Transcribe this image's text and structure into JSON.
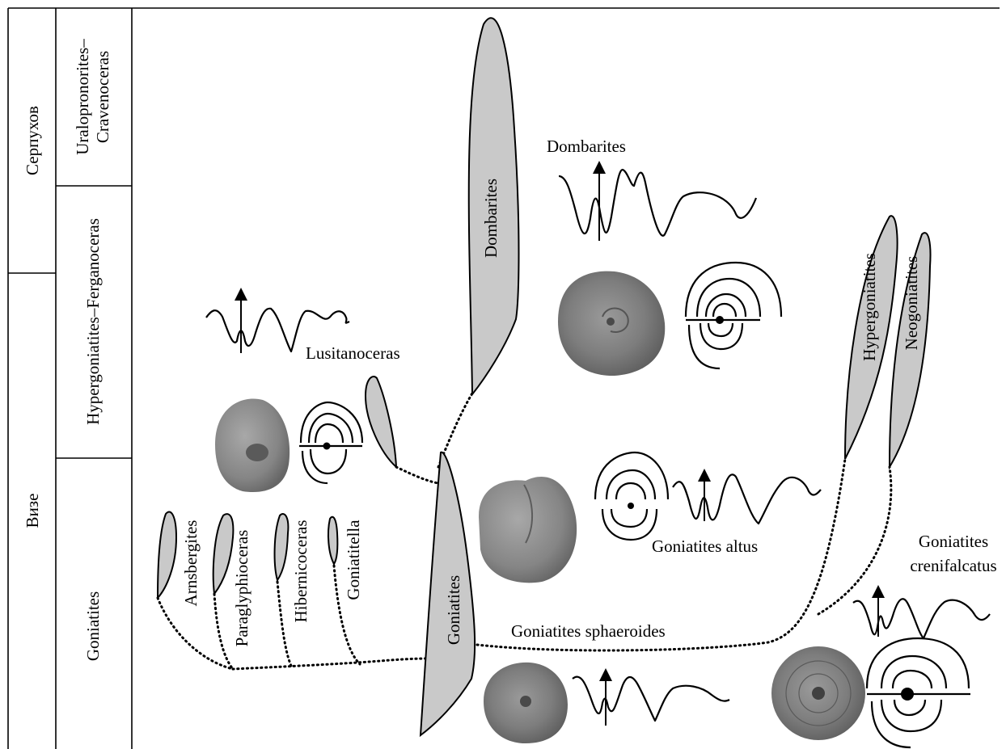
{
  "stages": [
    {
      "label": "Серпухов"
    },
    {
      "label": "Визе"
    }
  ],
  "zones": [
    {
      "label_lines": [
        "Uralopronorites–",
        "Cravenoceras"
      ]
    },
    {
      "label_lines": [
        "Hypergoniatites–Ferganoceras"
      ]
    },
    {
      "label_lines": [
        "Goniatites"
      ]
    }
  ],
  "taxa": {
    "dombarites": "Dombarites",
    "goniatites": "Goniatites",
    "hypergoniatites": "Hypergoniatites",
    "neogoniatites": "Neogoniatites",
    "arnsbergites": "Arnsbergites",
    "paraglyphioceras": "Paraglyphioceras",
    "hibernicoceras": "Hibernicoceras",
    "goniatitella": "Goniatitella"
  },
  "labels": {
    "dombarites": "Dombarites",
    "lusitanoceras": "Lusitanoceras",
    "goniatites_altus": "Goniatites altus",
    "goniatites_sphaeroides": "Goniatites sphaeroides",
    "goniatites_crenifalcatus": [
      "Goniatites",
      "crenifalcatus"
    ]
  }
}
